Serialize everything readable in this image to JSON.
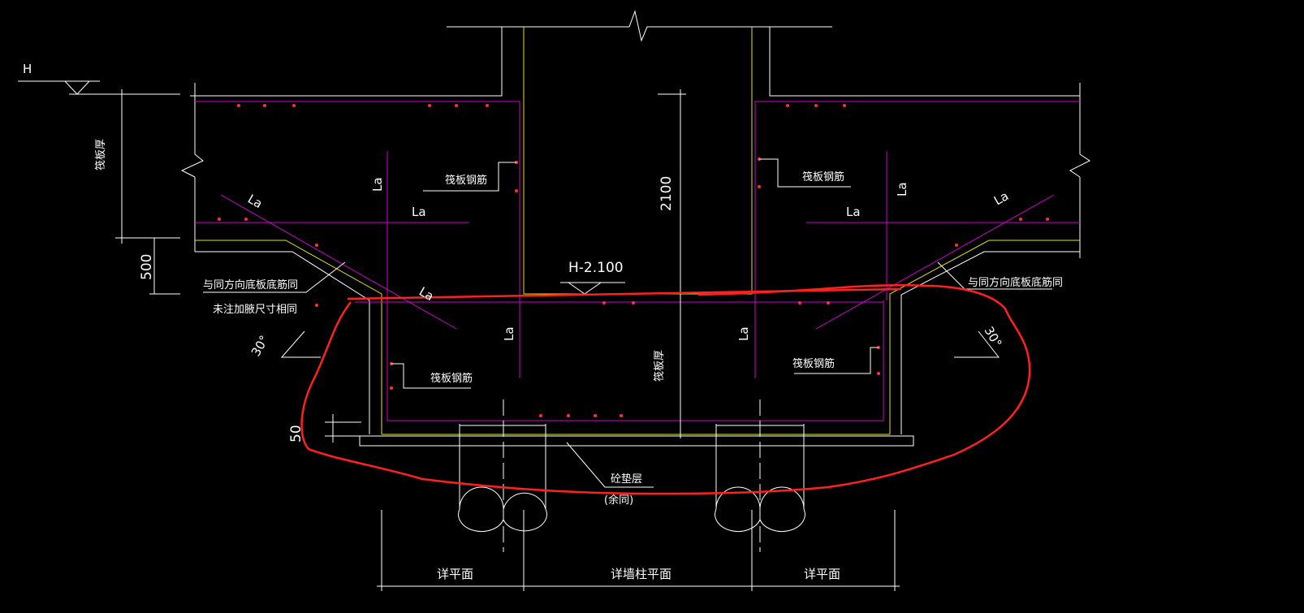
{
  "labels": {
    "level_h": "H",
    "raft_thickness_left": "筏板厚",
    "raft_thickness_center": "筏板厚",
    "dim_500": "500",
    "dim_2100": "2100",
    "dim_50": "50",
    "elevation": "H-2.100",
    "raft_rebar_tl": "筏板钢筋",
    "raft_rebar_tr": "筏板钢筋",
    "raft_rebar_bl": "筏板钢筋",
    "raft_rebar_br": "筏板钢筋",
    "la_1": "La",
    "la_2": "La",
    "la_3": "La",
    "la_4": "La",
    "la_5": "La",
    "la_6": "La",
    "la_7": "La",
    "la_8": "La",
    "la_9": "La",
    "same_bottom_rebar_left": "与同方向底板底筋同",
    "same_bottom_rebar_right": "与同方向底板底筋同",
    "haunch_note": "未注加腋尺寸相同",
    "angle_left": "30°",
    "angle_right": "30°",
    "cushion_layer": "砼垫层",
    "cushion_same": "(余同)",
    "see_plan_left": "详平面",
    "see_wall_column_plan": "详墙柱平面",
    "see_plan_right": "详平面"
  },
  "colors": {
    "background": "#000000",
    "line_white": "#ffffff",
    "line_yellow": "#e6e600",
    "rebar_magenta": "#d000d0",
    "rebar_dot_red": "#ff3030",
    "markup_red": "#ff2020"
  }
}
